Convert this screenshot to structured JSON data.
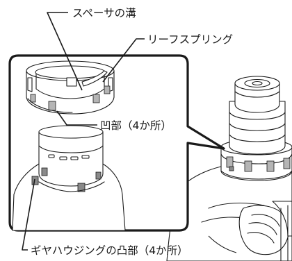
{
  "labels": {
    "spacer_groove": "スペーサの溝",
    "leaf_spring": "リーフスプリング",
    "recess": "凹部（4か所）",
    "gear_housing_boss": "ギヤハウジングの凸部（4か所）"
  }
}
